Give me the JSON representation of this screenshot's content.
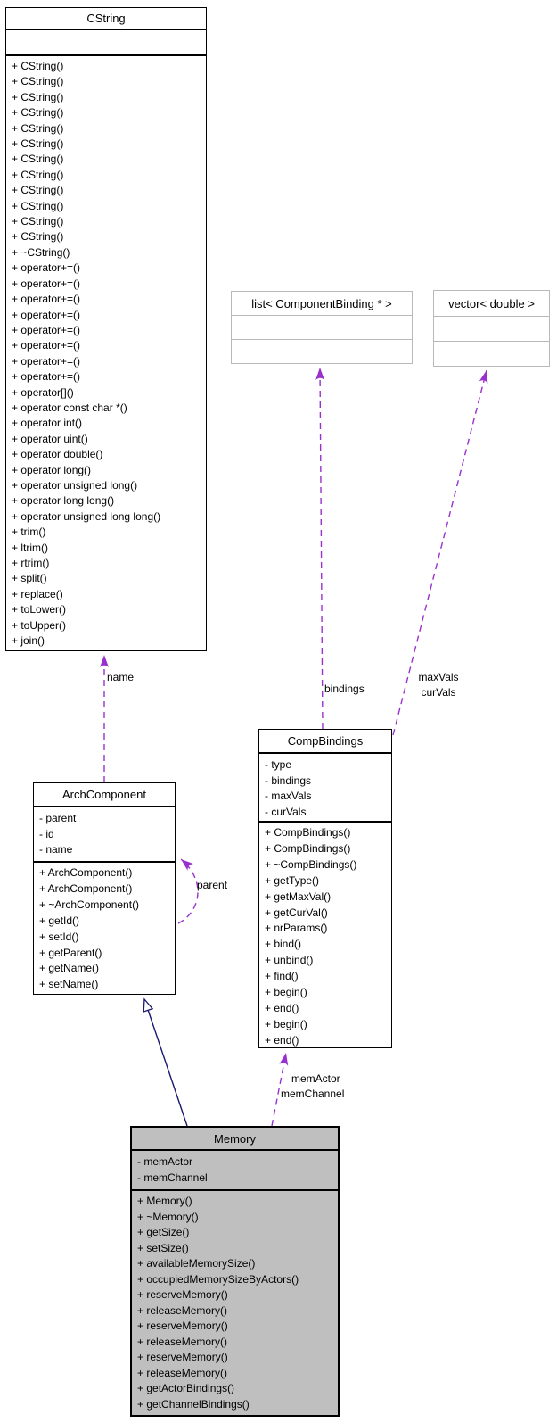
{
  "classes": {
    "cstring": {
      "title": "CString",
      "attributes": [],
      "methods": [
        "+ CString()",
        "+ CString()",
        "+ CString()",
        "+ CString()",
        "+ CString()",
        "+ CString()",
        "+ CString()",
        "+ CString()",
        "+ CString()",
        "+ CString()",
        "+ CString()",
        "+ CString()",
        "+ ~CString()",
        "+ operator+=()",
        "+ operator+=()",
        "+ operator+=()",
        "+ operator+=()",
        "+ operator+=()",
        "+ operator+=()",
        "+ operator+=()",
        "+ operator+=()",
        "+ operator[]()",
        "+ operator const char *()",
        "+ operator int()",
        "+ operator uint()",
        "+ operator double()",
        "+ operator long()",
        "+ operator unsigned long()",
        "+ operator long long()",
        "+ operator unsigned long long()",
        "+ trim()",
        "+ ltrim()",
        "+ rtrim()",
        "+ split()",
        "+ replace()",
        "+ toLower()",
        "+ toUpper()",
        "+ join()"
      ]
    },
    "list_component_binding": {
      "title": "list< ComponentBinding * >"
    },
    "vector_double": {
      "title": "vector< double >"
    },
    "comp_bindings": {
      "title": "CompBindings",
      "attributes": [
        "- type",
        "- bindings",
        "- maxVals",
        "- curVals"
      ],
      "methods": [
        "+ CompBindings()",
        "+ CompBindings()",
        "+ ~CompBindings()",
        "+ getType()",
        "+ getMaxVal()",
        "+ getCurVal()",
        "+ nrParams()",
        "+ bind()",
        "+ unbind()",
        "+ find()",
        "+ begin()",
        "+ end()",
        "+ begin()",
        "+ end()"
      ]
    },
    "arch_component": {
      "title": "ArchComponent",
      "attributes": [
        "- parent",
        "- id",
        "- name"
      ],
      "methods": [
        "+ ArchComponent()",
        "+ ArchComponent()",
        "+ ~ArchComponent()",
        "+ getId()",
        "+ setId()",
        "+ getParent()",
        "+ getName()",
        "+ setName()"
      ]
    },
    "memory": {
      "title": "Memory",
      "attributes": [
        "- memActor",
        "- memChannel"
      ],
      "methods": [
        "+ Memory()",
        "+ ~Memory()",
        "+ getSize()",
        "+ setSize()",
        "+ availableMemorySize()",
        "+ occupiedMemorySizeByActors()",
        "+ reserveMemory()",
        "+ releaseMemory()",
        "+ reserveMemory()",
        "+ releaseMemory()",
        "+ reserveMemory()",
        "+ releaseMemory()",
        "+ getActorBindings()",
        "+ getChannelBindings()"
      ]
    }
  },
  "edge_labels": {
    "name": "name",
    "bindings": "bindings",
    "maxvals": "maxVals",
    "curvals": "curVals",
    "parent": "parent",
    "memactor": "memActor",
    "memchannel": "memChannel"
  },
  "colors": {
    "usage_edge": "#9932CC",
    "inheritance_edge": "#191970",
    "selected_fill": "#BFBFBF",
    "template_border": "#B9B9B9"
  }
}
